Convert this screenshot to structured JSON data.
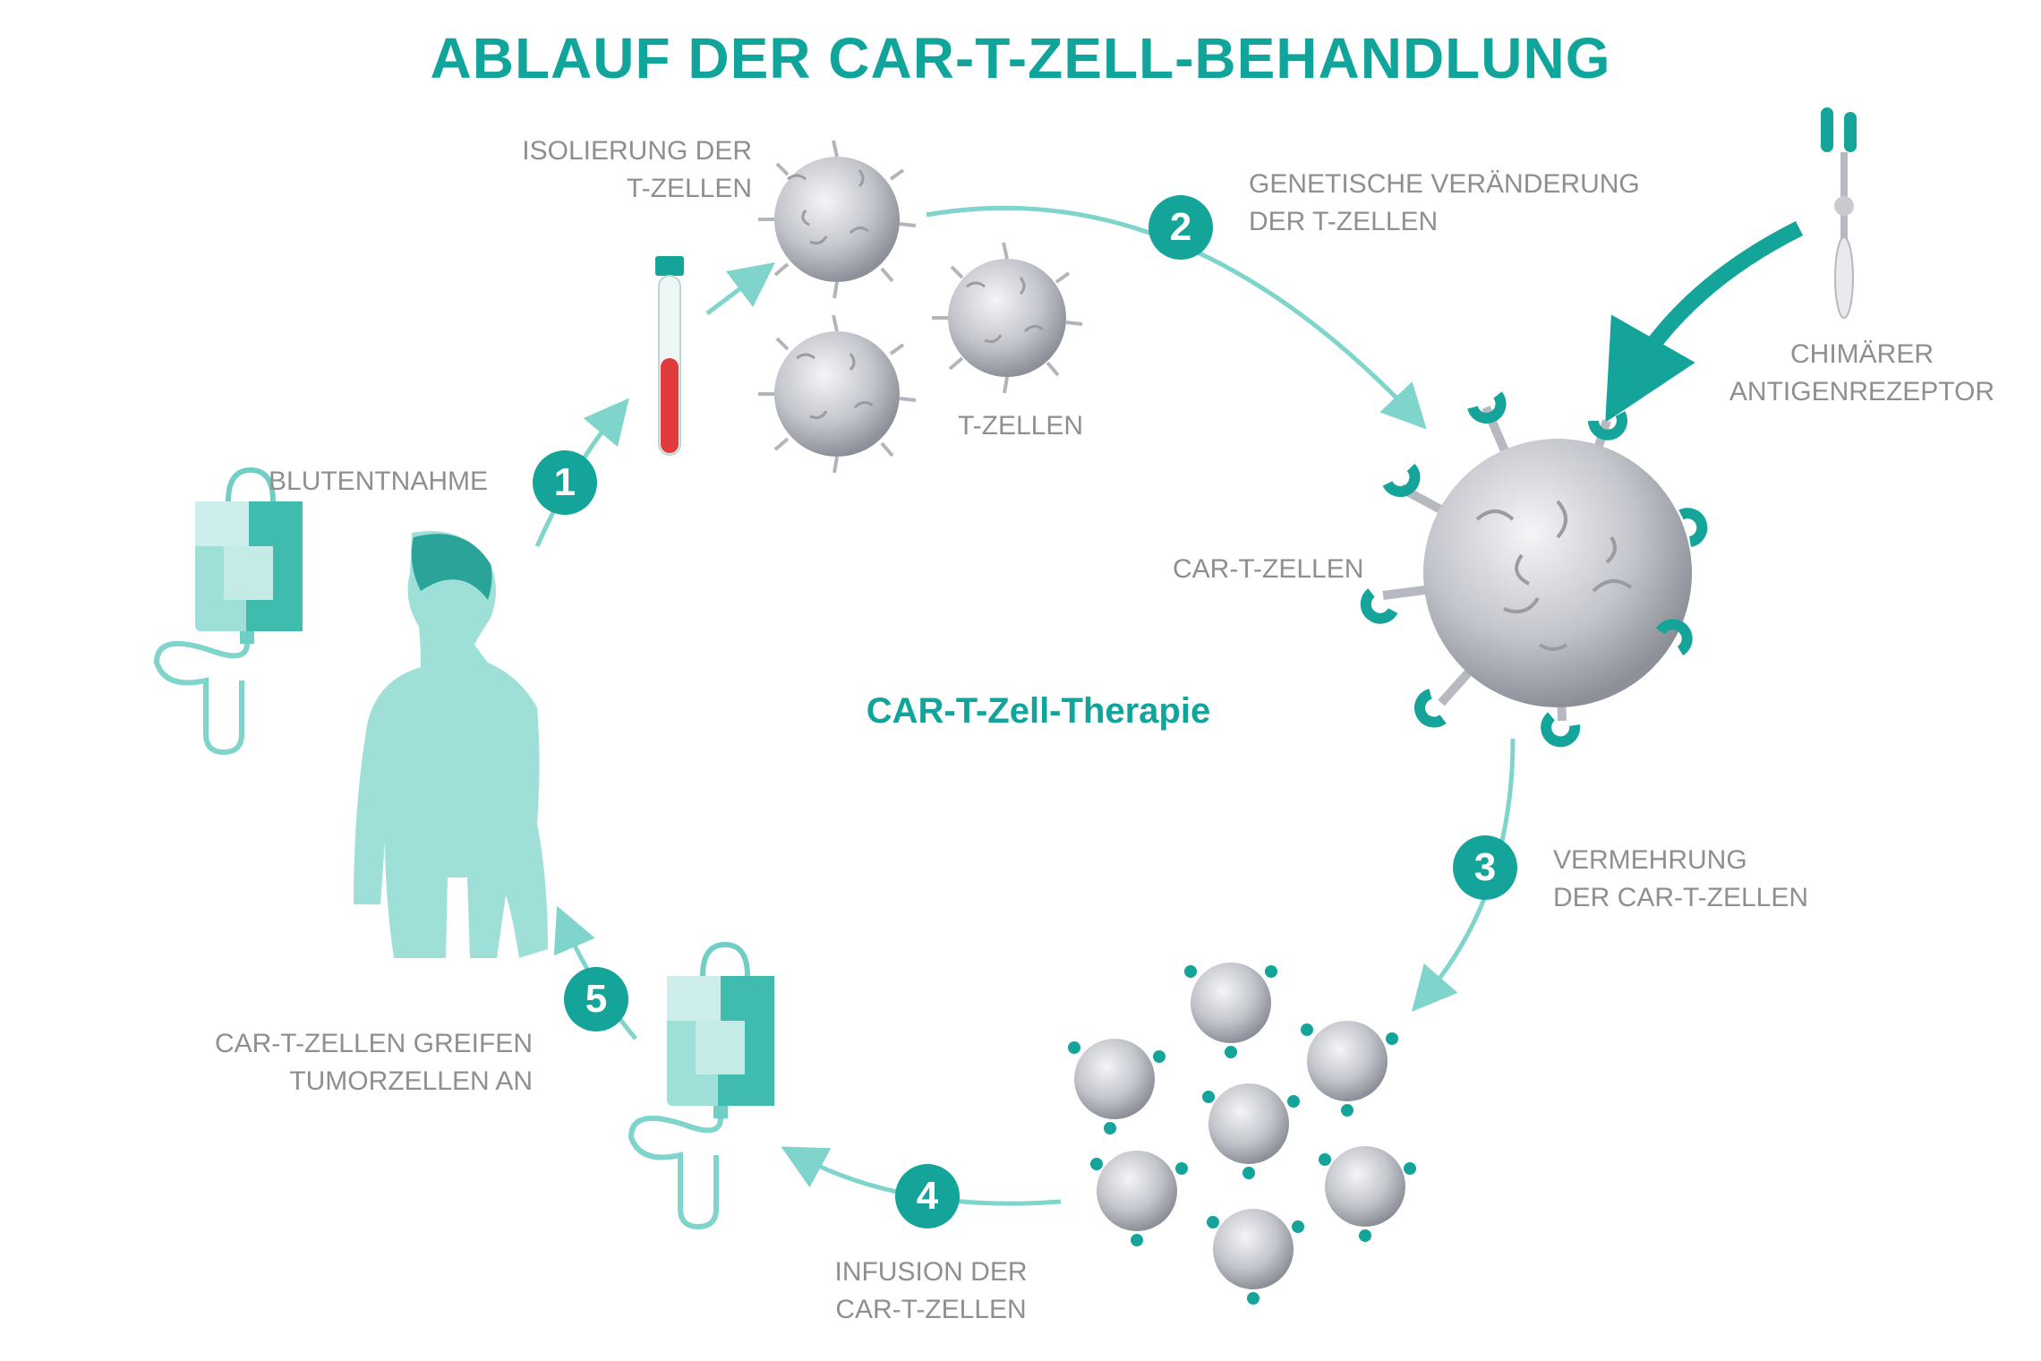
{
  "title": "ABLAUF DER CAR-T-ZELL-BEHANDLUNG",
  "center_label": "CAR-T-Zell-Therapie",
  "steps": [
    {
      "number": "1",
      "label": "BLUTENTNAHME"
    },
    {
      "number": "2",
      "label_lines": [
        "GENETISCHE VERÄNDERUNG",
        "DER T-ZELLEN"
      ]
    },
    {
      "number": "3",
      "label_lines": [
        "VERMEHRUNG",
        "DER CAR-T-ZELLEN"
      ]
    },
    {
      "number": "4",
      "label_lines": [
        "INFUSION DER",
        "CAR-T-ZELLEN"
      ]
    },
    {
      "number": "5",
      "label_lines": [
        "CAR-T-ZELLEN GREIFEN",
        "TUMORZELLEN AN"
      ]
    }
  ],
  "labels": {
    "isolation": [
      "ISOLIERUNG DER",
      "T-ZELLEN"
    ],
    "t_cells": "T-ZELLEN",
    "car_t_cells": "CAR-T-ZELLEN",
    "receptor": [
      "CHIMÄRER",
      "ANTIGENREZEPTOR"
    ]
  },
  "colors": {
    "accent": "#14a49a",
    "arrow": "#7fd4cc",
    "label_gray": "#8f8f8f",
    "cell_gray": "#c9cbd1",
    "blood_red": "#e23b3b",
    "body_teal": "#9ee0d8"
  }
}
